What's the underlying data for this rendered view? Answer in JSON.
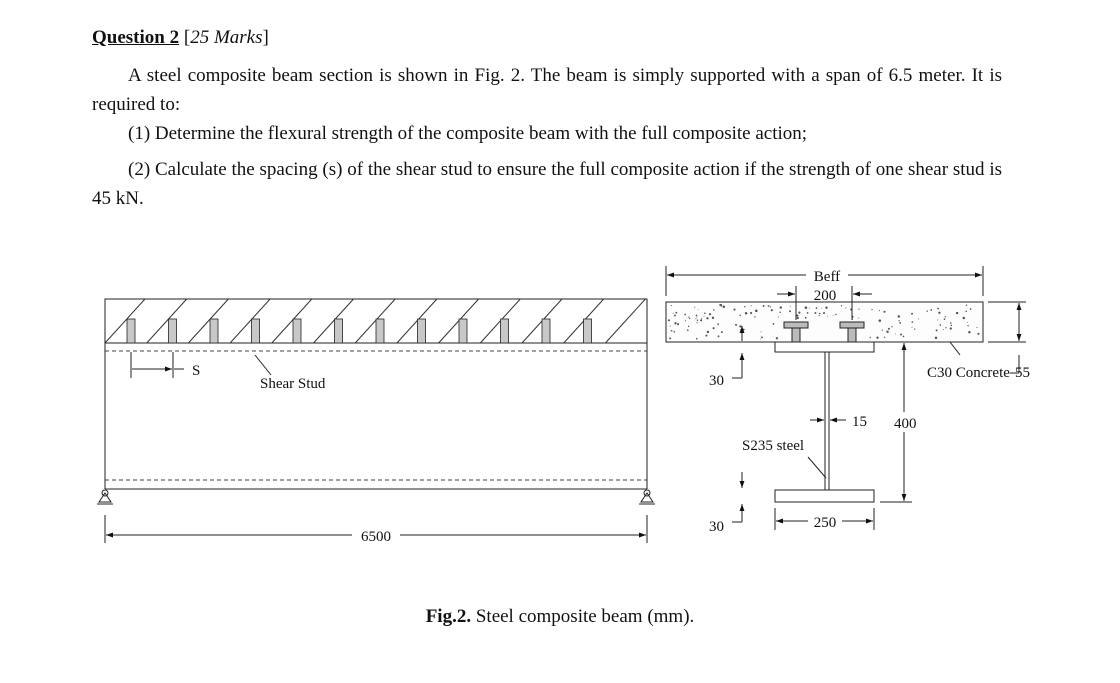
{
  "question": {
    "number_label": "Question 2",
    "marks_label": "25 Marks",
    "paragraphs": [
      "A steel composite beam section is shown in Fig. 2. The beam is simply supported with a span of 6.5 meter. It is required to:",
      "(1) Determine the flexural strength of the composite beam with the full composite action;",
      "(2) Calculate the spacing (s) of the shear stud to ensure the full composite action if the strength of one shear stud is 45 kN."
    ]
  },
  "figure": {
    "elevation": {
      "span_label": "6500",
      "stud_spacing_label": "S",
      "stud_label": "Shear Stud",
      "stud_count": 12
    },
    "section": {
      "beff_label": "Beff",
      "stud_gap_label": "200",
      "slab_thickness_label": "55",
      "concrete_label": "C30 Concrete",
      "top_flange_label": "30",
      "web_thickness_label": "15",
      "depth_label": "400",
      "steel_label": "S235 steel",
      "bottom_flange_label": "30",
      "flange_width_label": "250"
    },
    "caption_bold": "Fig.2.",
    "caption_text": " Steel composite beam (mm)."
  }
}
